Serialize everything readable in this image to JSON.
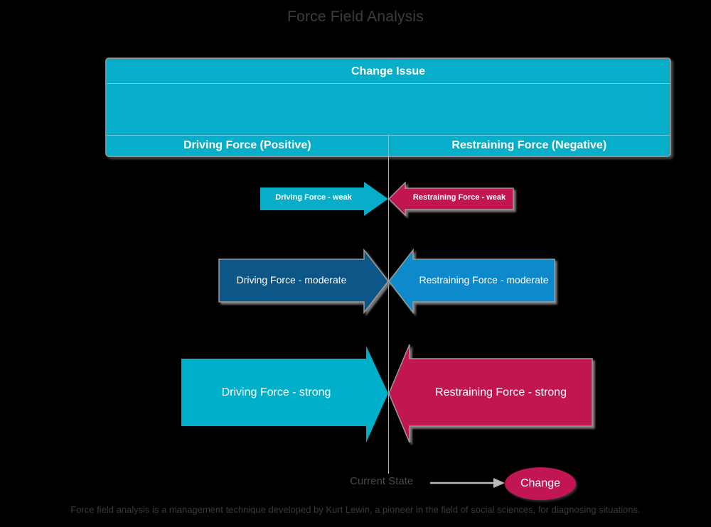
{
  "page": {
    "title": "Force Field Analysis",
    "background_color": "#000000",
    "title_color": "#3d3d3d"
  },
  "header_table": {
    "change_issue_label": "Change Issue",
    "body_text": "",
    "columns": [
      {
        "label": "Driving Force (Positive)"
      },
      {
        "label": "Restraining Force (Negative)"
      }
    ],
    "fill_color": "#06aec9",
    "border_color": "#8e8e8e"
  },
  "forces": [
    {
      "strength": "weak",
      "driving": {
        "label": "Driving Force - weak",
        "color": "#06aec9",
        "direction": "right"
      },
      "restraining": {
        "label": "Restraining Force - weak",
        "color": "#c21553",
        "direction": "left"
      }
    },
    {
      "strength": "moderate",
      "driving": {
        "label": "Driving Force - moderate",
        "color": "#0f5788",
        "direction": "right"
      },
      "restraining": {
        "label": "Restraining Force - moderate",
        "color": "#0b8acb",
        "direction": "left"
      }
    },
    {
      "strength": "strong",
      "driving": {
        "label": "Driving Force - strong",
        "color": "#00b0cb",
        "direction": "right"
      },
      "restraining": {
        "label": "Restraining Force - strong",
        "color": "#c21553",
        "direction": "left"
      }
    }
  ],
  "bottom": {
    "current_state_label": "Current State",
    "change_label": "Change",
    "change_color": "#c21553",
    "connector_arrow_color": "#b9b9b9"
  },
  "footer": {
    "note": "Force field analysis is a management technique developed by Kurt Lewin, a pioneer in the field of social sciences, for diagnosing situations."
  }
}
